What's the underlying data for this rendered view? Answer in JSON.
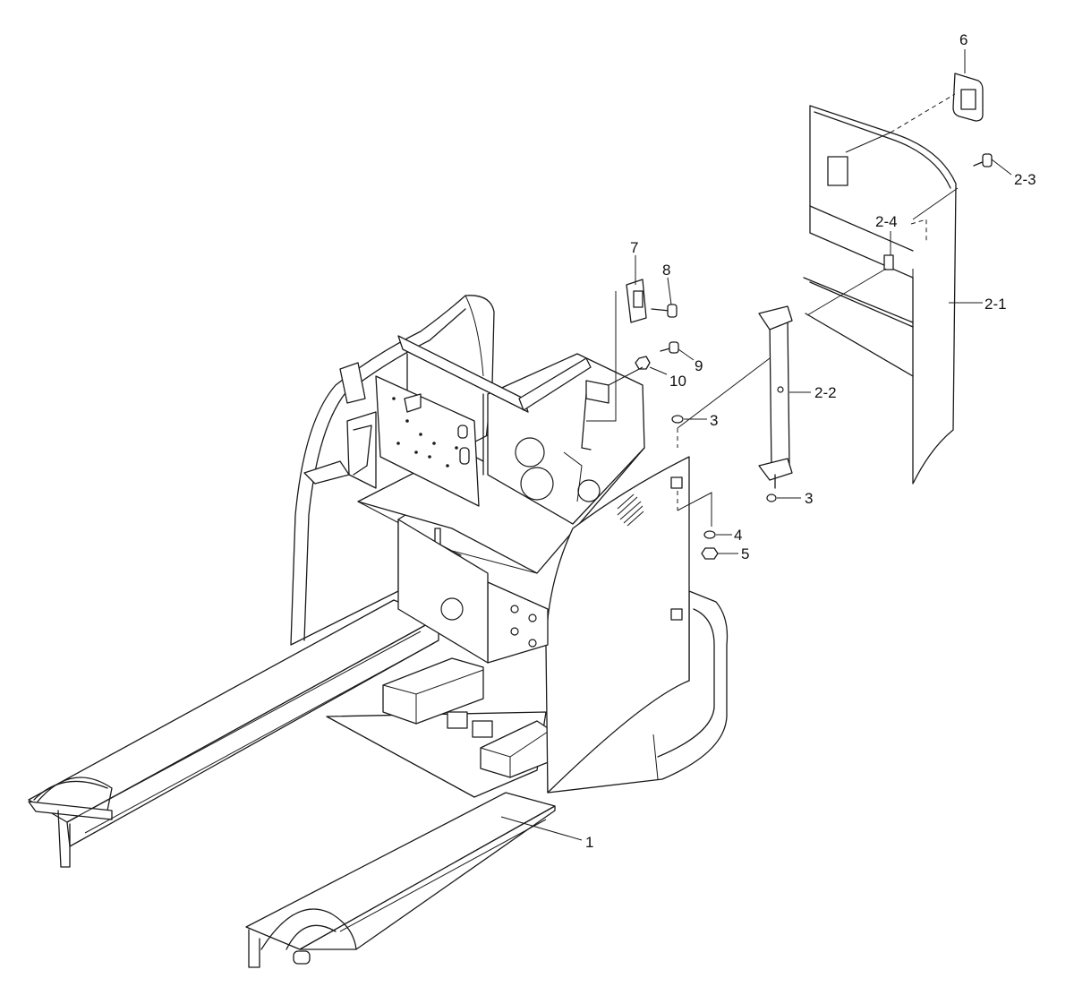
{
  "callouts": {
    "c1": "1",
    "c2_1": "2-1",
    "c2_2": "2-2",
    "c2_3": "2-3",
    "c2_4": "2-4",
    "c3a": "3",
    "c3b": "3",
    "c4": "4",
    "c5": "5",
    "c6": "6",
    "c7": "7",
    "c8": "8",
    "c9": "9",
    "c10": "10"
  },
  "colors": {
    "line": "#1a1a1a",
    "background": "#ffffff"
  }
}
